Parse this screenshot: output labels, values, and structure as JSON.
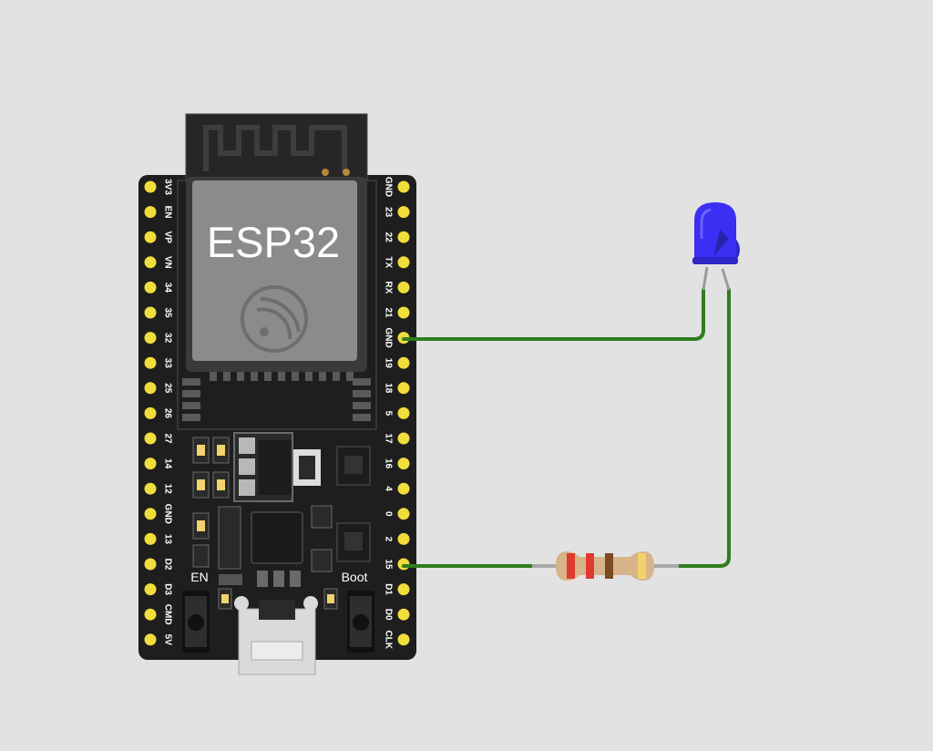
{
  "board": {
    "module_label": "ESP32",
    "left_pins": [
      "3V3",
      "EN",
      "VP",
      "VN",
      "34",
      "35",
      "32",
      "33",
      "25",
      "26",
      "27",
      "14",
      "12",
      "GND",
      "13",
      "D2",
      "D3",
      "CMD",
      "5V"
    ],
    "right_pins": [
      "GND",
      "23",
      "22",
      "TX",
      "RX",
      "21",
      "GND",
      "19",
      "18",
      "5",
      "17",
      "16",
      "4",
      "0",
      "2",
      "15",
      "D1",
      "D0",
      "CLK"
    ],
    "en_button_label": "EN",
    "boot_button_label": "Boot"
  },
  "components": {
    "led": {
      "color": "blue"
    },
    "resistor": {
      "bands": [
        "#e03a2f",
        "#e03a2f",
        "#7b4a22",
        "#f1d36b"
      ]
    }
  },
  "colors": {
    "canvas": "#e2e2e2",
    "board": "#1e1e1e",
    "pin": "#f1dd3b",
    "wire": "#2f7d1f",
    "led": "#3a2ff2",
    "resistor_body": "#d8b48a"
  }
}
